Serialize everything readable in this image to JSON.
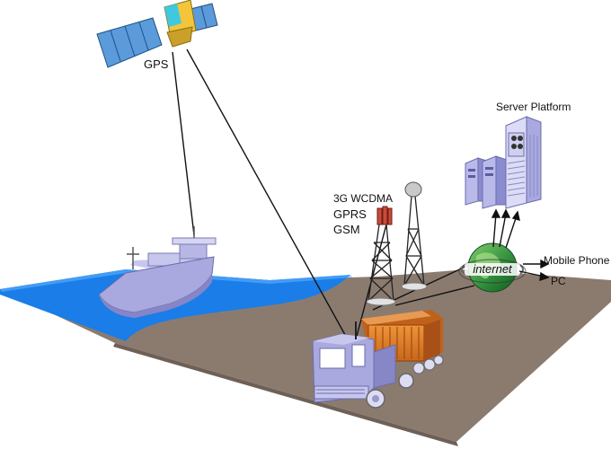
{
  "labels": {
    "gps": "GPS",
    "server_platform": "Server Platform",
    "network_3g": "3G WCDMA",
    "network_gprs": "GPRS",
    "network_gsm": "GSM",
    "internet": "internet",
    "mobile_phone": "Mobile Phone",
    "pc": "PC"
  },
  "colors": {
    "ground": "#8b7b6f",
    "water": "#1a7de8",
    "ship_hull": "#a9a9df",
    "truck_cab": "#a9a9df",
    "container": "#e07b20",
    "globe": "#2e8b3a",
    "satellite_panel": "#5b9bdc",
    "satellite_body": "#f2c53a"
  },
  "icons": [
    "satellite-icon",
    "ship-icon",
    "truck-icon",
    "cell-tower-icon",
    "dish-tower-icon",
    "globe-icon",
    "server-icon"
  ]
}
